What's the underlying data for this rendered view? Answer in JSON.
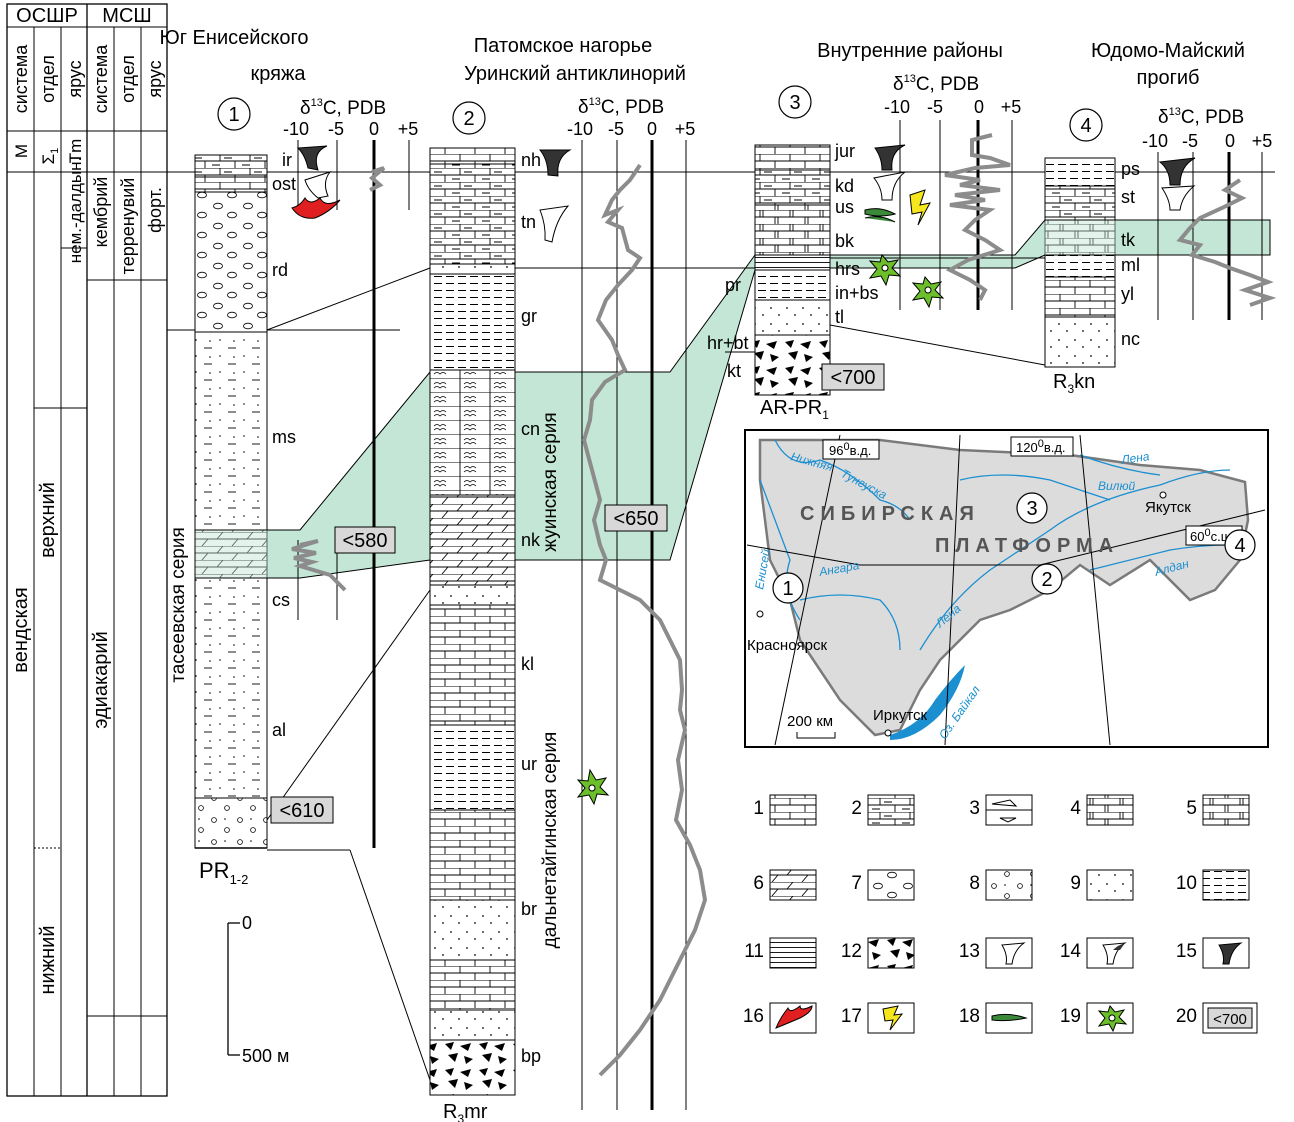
{
  "scale_header": {
    "ossr": "ОСШР",
    "mssh": "МСШ",
    "sistema": "система",
    "otdel": "отдел",
    "yarus": "ярус",
    "m_code": "М",
    "m1_code": "Σ",
    "m1_sub": "1",
    "tm_code": "Tm",
    "vendskaya": "вендская",
    "verkhniy": "верхний",
    "nizhniy": "нижний",
    "nem_daldyn": "нем.-далдын.",
    "kembriy": "кембрий",
    "terrenuviy": "терренувий",
    "fort": "форт.",
    "ediakariy": "эдиакарий"
  },
  "regions": {
    "r1": {
      "title1": "Юг Енисейского",
      "title2": "кряжа",
      "num": "1"
    },
    "r2": {
      "title1": "Патомское нагорье",
      "title2": "Уринский антиклинорий",
      "num": "2"
    },
    "r3": {
      "title1": "Внутренние районы",
      "num": "3"
    },
    "r4": {
      "title1": "Юдомо-Майский",
      "title2": "прогиб",
      "num": "4"
    }
  },
  "isotope": {
    "delta": "δ",
    "sup": "13",
    "suffix": "C, PDB",
    "ticks": [
      "-10",
      "-5",
      "0",
      "+5"
    ]
  },
  "col1": {
    "units": [
      "ir",
      "ost",
      "rd",
      "ms",
      "cs",
      "al"
    ],
    "series": "тасеевская серия",
    "base": "PR",
    "base_sub": "1-2",
    "age_box": "<610",
    "scale_top": "0",
    "scale_bottom": "500 м"
  },
  "col2": {
    "units": [
      "nh",
      "tn",
      "gr",
      "cn",
      "nk",
      "kl",
      "ur",
      "br",
      "bp"
    ],
    "series1": "жуинская серия",
    "series2": "дальнетайгинская серия",
    "base": "R",
    "base_sub": "3",
    "base_tail": "mr",
    "age_box": "<650",
    "age_box_left": "<580"
  },
  "col3": {
    "units": [
      "jur",
      "kd",
      "us",
      "bk",
      "hrs",
      "in+bs",
      "tl"
    ],
    "left_units": [
      "pr",
      "hr+bt",
      "kt"
    ],
    "base": "AR-PR",
    "base_sub": "1",
    "age_box": "<700"
  },
  "col4": {
    "units": [
      "ps",
      "st",
      "tk",
      "ml",
      "yl",
      "nc"
    ],
    "base": "R",
    "base_sub": "3",
    "base_tail": "kn"
  },
  "map": {
    "meridian1": "96",
    "meridian2": "120",
    "meridian_suffix": "в.д.",
    "parallel": "60",
    "parallel_suffix": "с.ш.",
    "deg": "0",
    "platform1": "СИБИРСКАЯ",
    "platform2": "ПЛАТФОРМА",
    "rivers": [
      "Нижняя",
      "Тунгуска",
      "Лена",
      "Вилюй",
      "Ангара",
      "Енисей",
      "Лена",
      "Алдан",
      "Оз. Байкал"
    ],
    "cities": [
      "Якутск",
      "Красноярск",
      "Иркутск"
    ],
    "scale": "200 км",
    "sites": [
      "1",
      "2",
      "3",
      "4"
    ]
  },
  "legend": {
    "numbers": [
      "1",
      "2",
      "3",
      "4",
      "5",
      "6",
      "7",
      "8",
      "9",
      "10",
      "11",
      "12",
      "13",
      "14",
      "15",
      "16",
      "17",
      "18",
      "19",
      "20"
    ],
    "age_box": "<700"
  },
  "colors": {
    "band": "#c3e6d6",
    "band_stroke": "#000000",
    "curve": "#8c8c8c",
    "map_fill": "#dcdcdc",
    "river": "#1b8fd0",
    "lake": "#1b8fd0",
    "algae_red": "#e02020",
    "yellow": "#f5e61e",
    "green": "#6cbf2a",
    "worm": "#3a8a3a",
    "age_fill": "#d8d8d8"
  }
}
